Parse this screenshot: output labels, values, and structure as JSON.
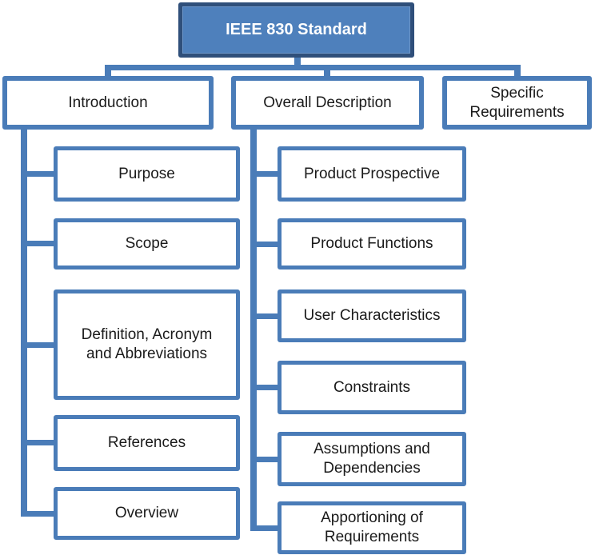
{
  "diagram": {
    "title": "IEEE 830 Standard structure diagram",
    "colors": {
      "root_fill": "#4E80BC",
      "root_border": "#2F4F7A",
      "node_border": "#4A7CB8",
      "connector": "#4A7CB8",
      "node_fill": "#FFFFFF",
      "root_text": "#FFFFFF",
      "node_text": "#1A1A1A"
    },
    "root": {
      "label": "IEEE 830 Standard"
    },
    "branches": [
      {
        "label": "Introduction",
        "children": [
          "Purpose",
          "Scope",
          "Definition, Acronym and Abbreviations",
          "References",
          "Overview"
        ]
      },
      {
        "label": "Overall Description",
        "children": [
          "Product Prospective",
          "Product Functions",
          "User Characteristics",
          "Constraints",
          "Assumptions and Dependencies",
          "Apportioning of Requirements"
        ]
      },
      {
        "label": "Specific Requirements",
        "children": []
      }
    ]
  }
}
